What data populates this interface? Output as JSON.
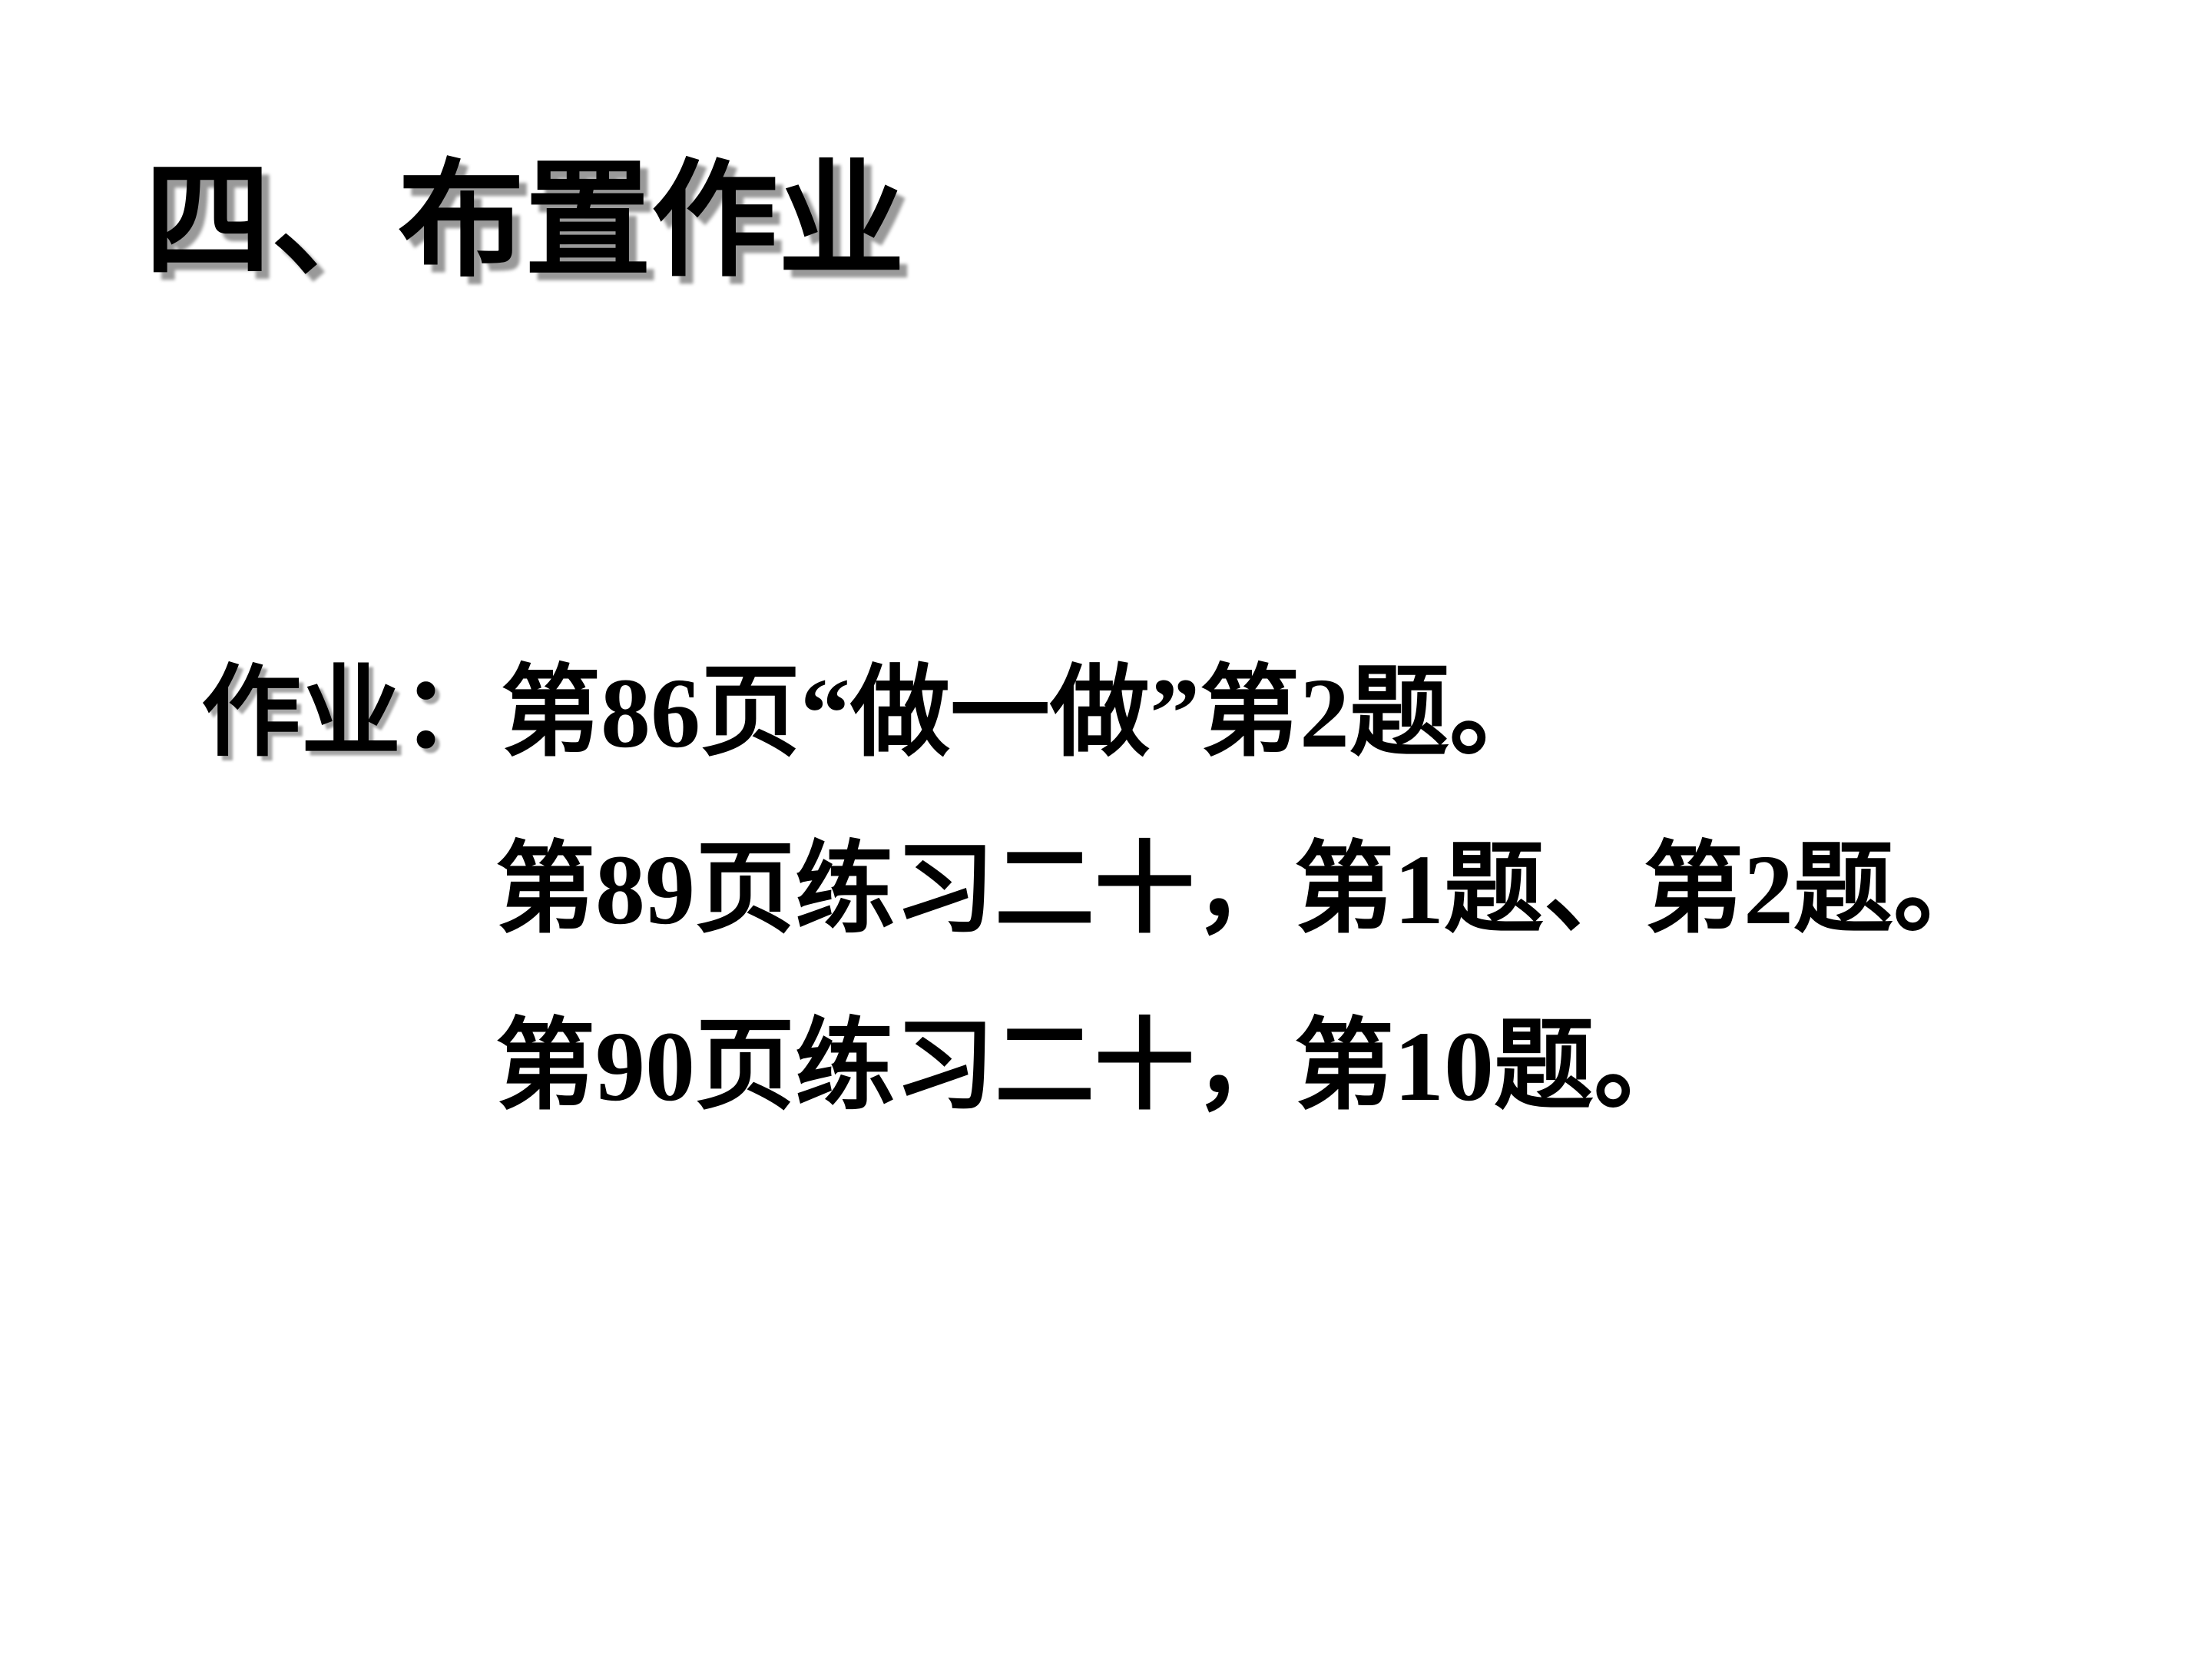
{
  "slide": {
    "title": "四、布置作业",
    "body": {
      "label": "作业：",
      "line1_rest": "第86页“做一做”第2题。",
      "line2": "第89页练习二十，第1题、第2题。",
      "line3": "第90页练习二十，第10题。"
    },
    "colors": {
      "background": "#ffffff",
      "text": "#000000",
      "title_shadow": "#999999",
      "label_shadow": "#a6a6a6"
    }
  }
}
